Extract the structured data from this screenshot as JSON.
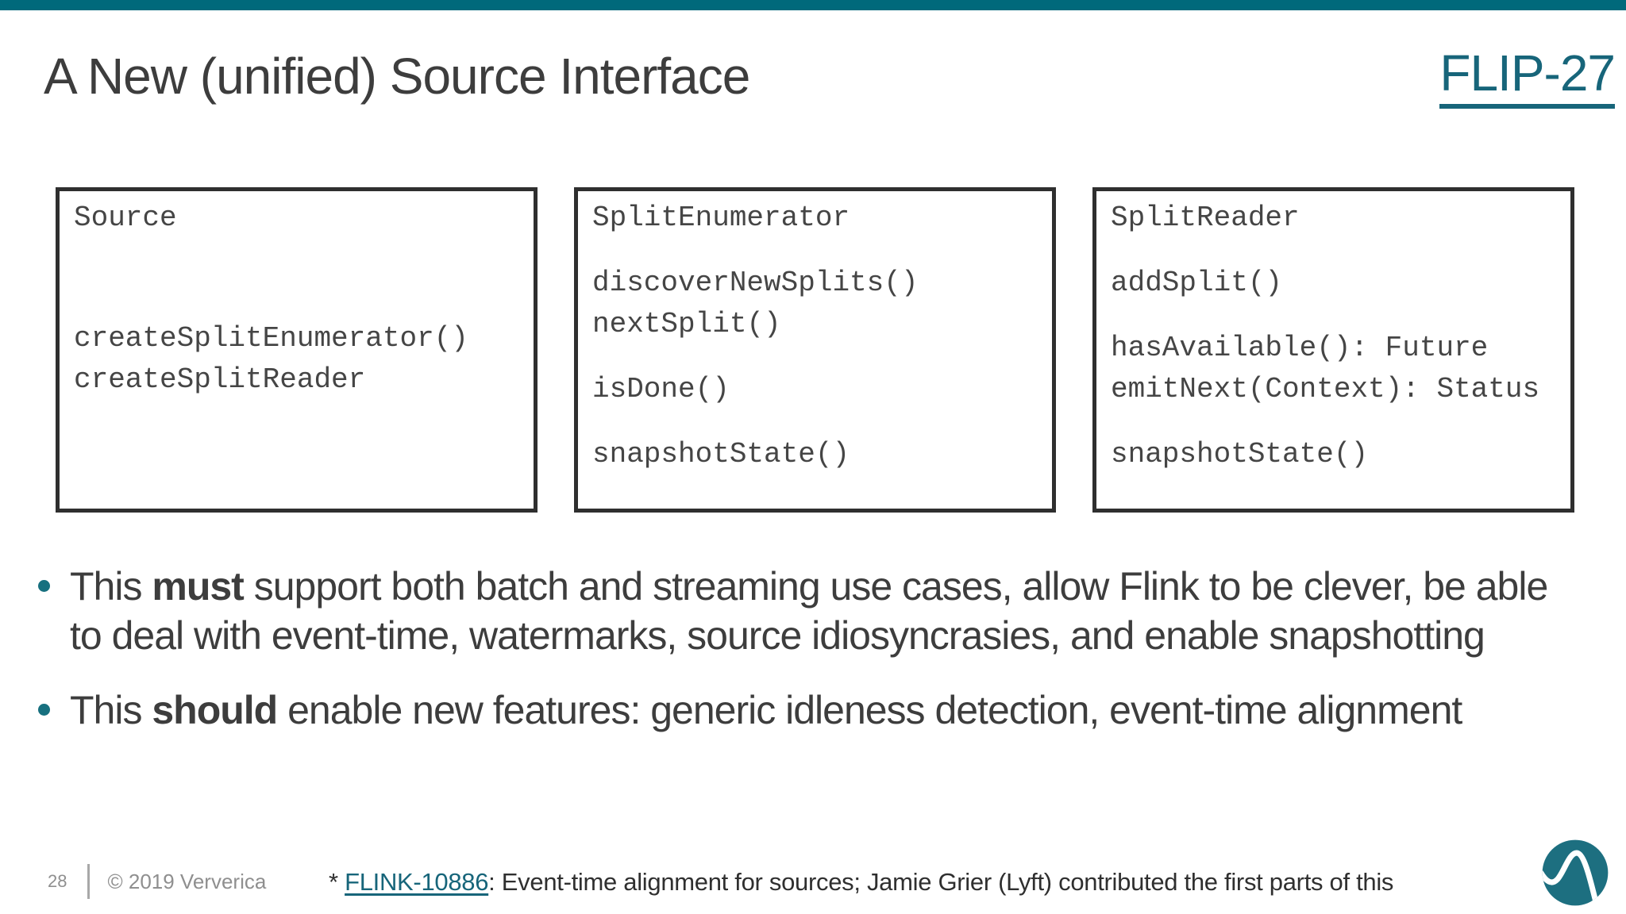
{
  "header": {
    "title": "A New (unified) Source Interface",
    "link_label": "FLIP-27"
  },
  "boxes": [
    {
      "title": "Source",
      "lines": [
        "createSplitEnumerator()",
        "createSplitReader"
      ]
    },
    {
      "title": "SplitEnumerator",
      "lines": [
        "discoverNewSplits()",
        "nextSplit()",
        "isDone()",
        "snapshotState()"
      ]
    },
    {
      "title": "SplitReader",
      "lines": [
        "addSplit()",
        "hasAvailable(): Future",
        "emitNext(Context): Status",
        "snapshotState()"
      ]
    }
  ],
  "bullets": [
    {
      "pre": "This ",
      "bold": "must",
      "rest": " support both batch and streaming use cases, allow Flink to be clever, be able to deal with event-time, watermarks, source idiosyncrasies, and enable snapshotting"
    },
    {
      "pre": "This ",
      "bold": "should",
      "rest": " enable new features: generic idleness detection,  event-time alignment"
    }
  ],
  "footnote": {
    "prefix": "* ",
    "link": "FLINK-10886",
    "rest": ": Event-time alignment for sources; Jamie Grier (Lyft) contributed the first parts of this"
  },
  "footer": {
    "page_number": "28",
    "copyright": "© 2019 Ververica"
  },
  "icons": {
    "logo": "ververica-wave-logo-icon"
  },
  "colors": {
    "top_bar_teal": "#00697b",
    "link_teal": "#17657a",
    "bullet_dot_teal": "#17707f",
    "logo_teal": "#1d6f80",
    "body_text": "#3d3d3d",
    "box_border": "#2f2f2f",
    "footer_gray": "#8f8f8f"
  }
}
